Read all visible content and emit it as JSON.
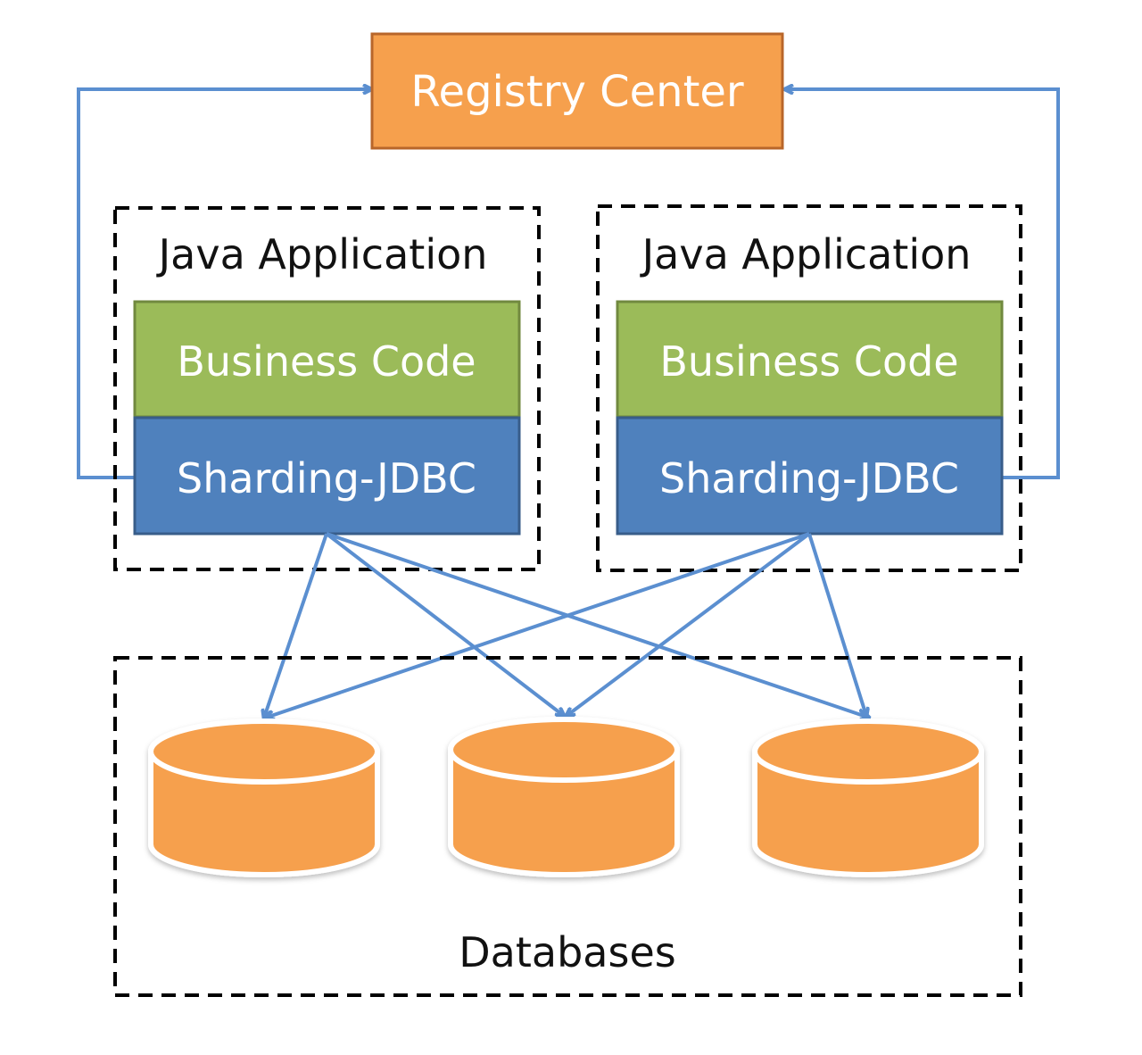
{
  "registry_center": {
    "label": "Registry Center",
    "fill_color": "#F6A04D",
    "border_color": "#B8662A"
  },
  "applications": [
    {
      "title": "Java Application",
      "business_code": "Business Code",
      "sharding_jdbc": "Sharding-JDBC"
    },
    {
      "title": "Java Application",
      "business_code": "Business Code",
      "sharding_jdbc": "Sharding-JDBC"
    }
  ],
  "databases": {
    "label": "Databases",
    "count": 3,
    "fill_color": "#F6A04D"
  },
  "colors": {
    "business_code": "#9BBB59",
    "business_code_border": "#71893F",
    "sharding_jdbc": "#4F81BD",
    "sharding_jdbc_border": "#385D8A",
    "arrow": "#5B8FD0",
    "dashed_border": "#000000"
  }
}
